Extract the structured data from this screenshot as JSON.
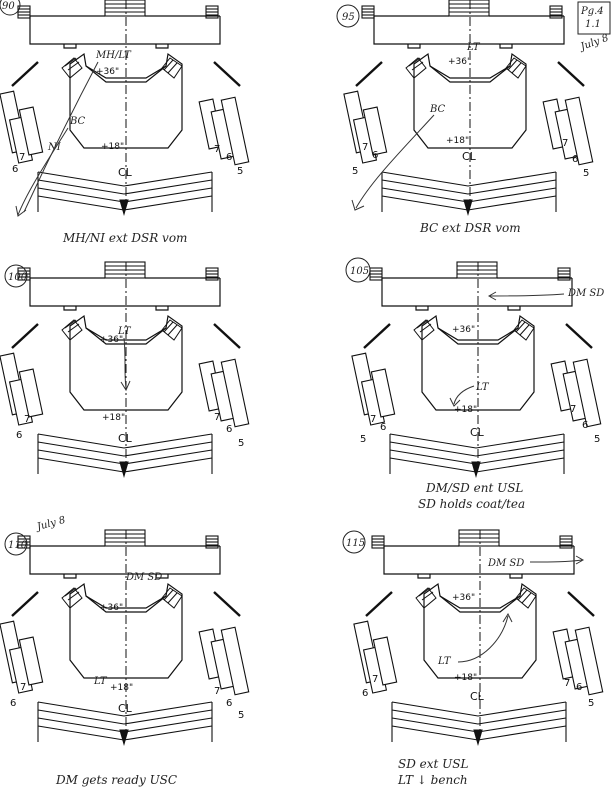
{
  "page": {
    "corner_label": "Pg.4",
    "corner_sub": "1.1",
    "corner_date": "July 8"
  },
  "panels": [
    {
      "page_number": "90",
      "upper_platform": "+36\"",
      "lower_platform": "+18\"",
      "center_line": "CL",
      "section_labels": [
        "7",
        "6",
        "5"
      ],
      "actor_labels": [
        "MH/LT",
        "BC",
        "NI"
      ],
      "note": "MH/NI ext DSR vom"
    },
    {
      "page_number": "95",
      "upper_platform": "+36\"",
      "lower_platform": "+18\"",
      "center_line": "CL",
      "section_labels": [
        "7",
        "6",
        "5"
      ],
      "actor_labels": [
        "LT",
        "BC"
      ],
      "note": "BC ext DSR vom"
    },
    {
      "page_number": "100",
      "upper_platform": "+36\"",
      "lower_platform": "+18\"",
      "center_line": "CL",
      "section_labels": [
        "7",
        "6",
        "5"
      ],
      "actor_labels": [
        "LT"
      ],
      "note": ""
    },
    {
      "page_number": "105",
      "upper_platform": "+36\"",
      "lower_platform": "+18\"",
      "center_line": "CL",
      "section_labels": [
        "7",
        "6",
        "5"
      ],
      "actor_labels": [
        "LT",
        "DM SD"
      ],
      "note": "DM/SD ent USL",
      "note2": "SD holds coat/tea"
    },
    {
      "page_number": "110",
      "upper_platform": "+36\"",
      "lower_platform": "+18\"",
      "center_line": "CL",
      "section_labels": [
        "7",
        "6",
        "5"
      ],
      "actor_labels": [
        "DM SD",
        "LT"
      ],
      "note": "DM gets ready USC",
      "date_note": "July 8"
    },
    {
      "page_number": "115",
      "upper_platform": "+36\"",
      "lower_platform": "+18\"",
      "center_line": "CL",
      "section_labels": [
        "7",
        "6",
        "5"
      ],
      "actor_labels": [
        "DM SD",
        "LT"
      ],
      "note": "SD ext USL",
      "note2": "LT ↓ bench"
    }
  ]
}
